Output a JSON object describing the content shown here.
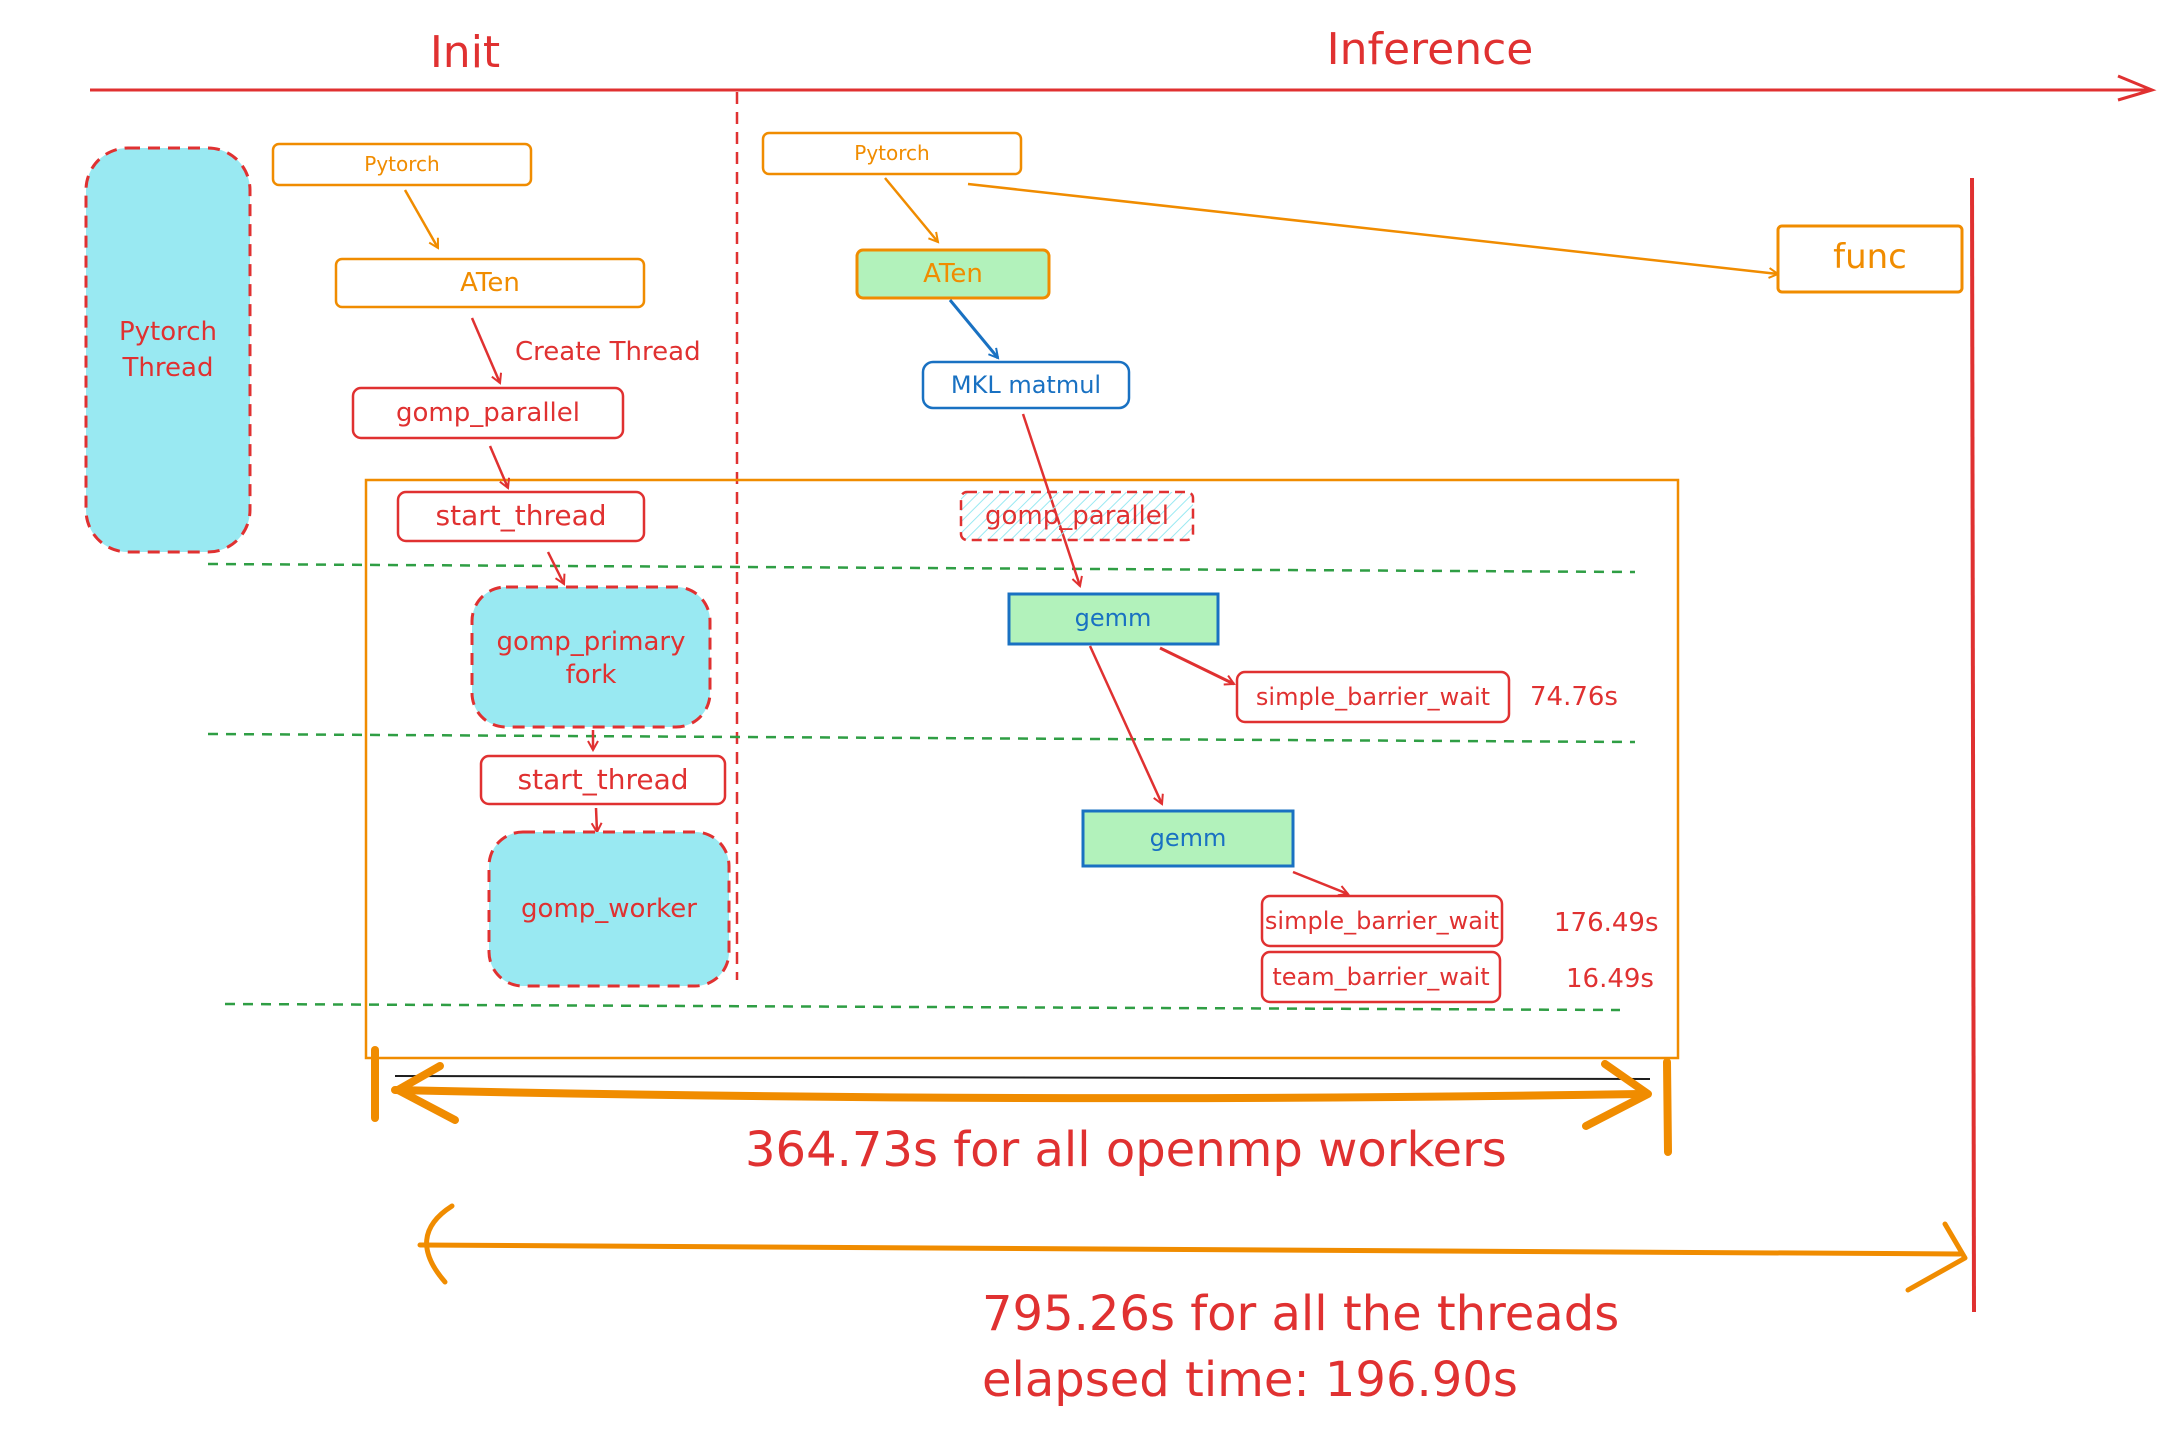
{
  "header": {
    "init_label": "Init",
    "inference_label": "Inference"
  },
  "thread_box": {
    "label_line1": "Pytorch",
    "label_line2": "Thread"
  },
  "init": {
    "pytorch": "Pytorch",
    "aten": "ATen",
    "create_thread": "Create Thread",
    "gomp_parallel": "gomp_parallel",
    "start_thread_1": "start_thread",
    "primary_fork_line1": "gomp_primary",
    "primary_fork_line2": "fork",
    "start_thread_2": "start_thread",
    "gomp_worker": "gomp_worker"
  },
  "inference": {
    "pytorch": "Pytorch",
    "aten": "ATen",
    "func": "func",
    "mkl_matmul": "MKL matmul",
    "gomp_parallel": "gomp_parallel",
    "gemm_1": "gemm",
    "barrier_1": "simple_barrier_wait",
    "barrier_1_time": "74.76s",
    "gemm_2": "gemm",
    "barrier_2": "simple_barrier_wait",
    "barrier_2_time": "176.49s",
    "team_barrier": "team_barrier_wait",
    "team_barrier_time": "16.49s"
  },
  "summary": {
    "workers_total": "364.73s for all openmp workers",
    "threads_total": "795.26s for all the threads",
    "elapsed": "elapsed time: 196.90s"
  },
  "colors": {
    "red": "#e03131",
    "orange": "#f08c00",
    "blue": "#1971c2",
    "green_fill": "#b2f2bb",
    "cyan_fill": "#99e9f2",
    "dashed_green": "#2f9e44"
  }
}
